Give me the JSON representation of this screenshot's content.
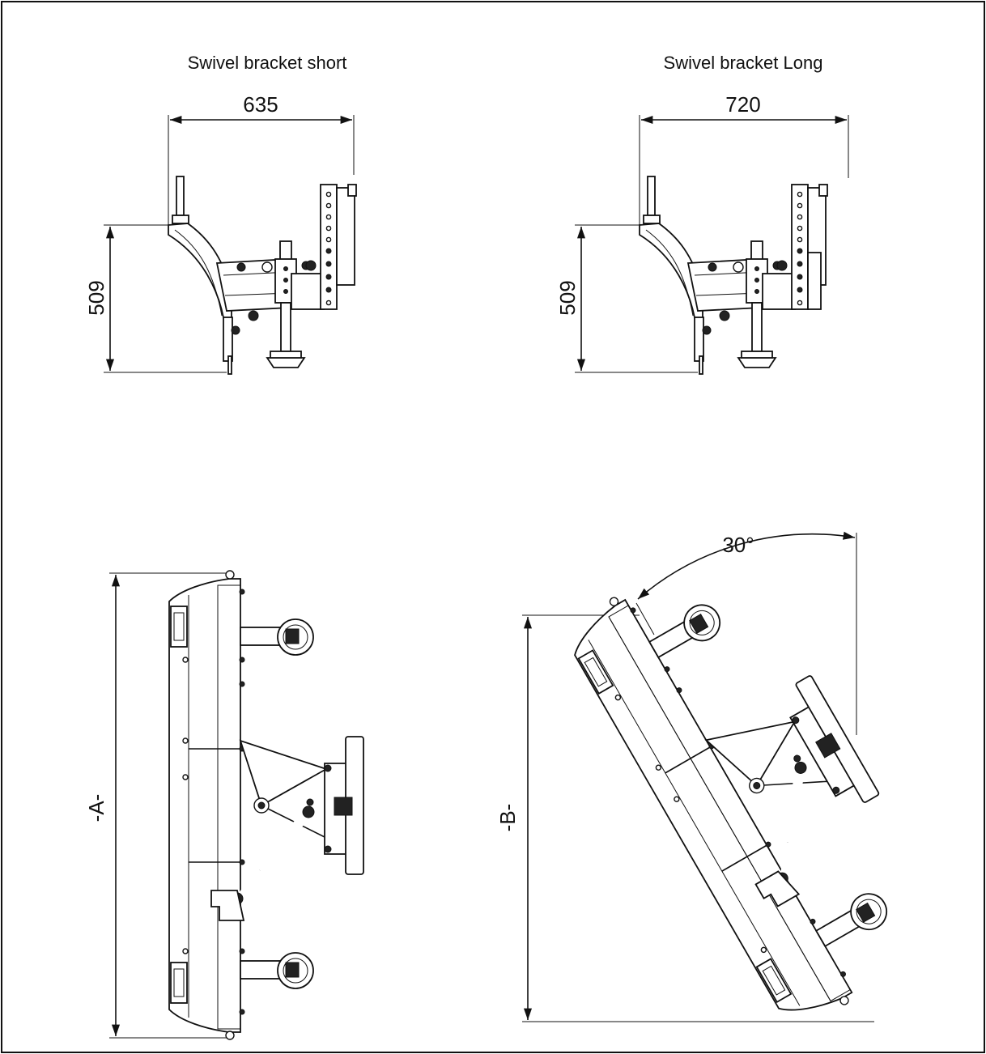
{
  "top_left": {
    "title": "Swivel bracket short",
    "width_dim": "635",
    "height_dim": "509"
  },
  "top_right": {
    "title": "Swivel bracket Long",
    "width_dim": "720",
    "height_dim": "509"
  },
  "bottom_left": {
    "length_dim": "-A-"
  },
  "bottom_right": {
    "length_dim": "-B-",
    "angle_dim": "30°"
  }
}
